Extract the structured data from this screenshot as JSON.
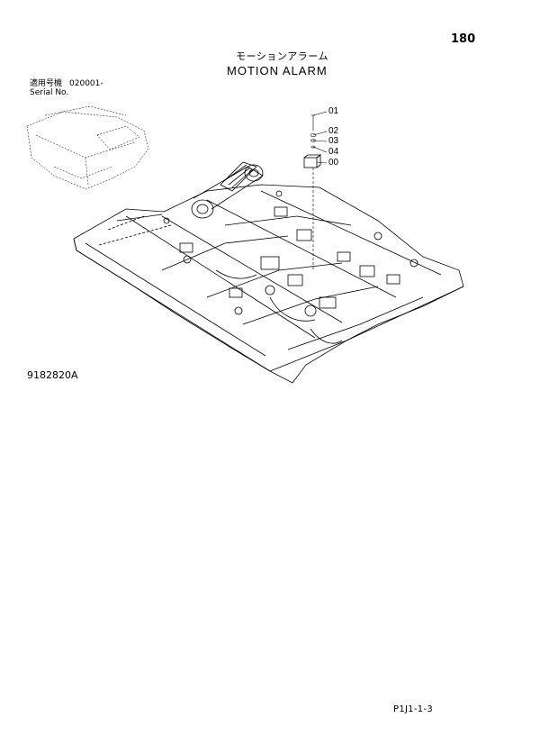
{
  "page": {
    "number": "180",
    "title_jp": "モーションアラーム",
    "title_en": "MOTION ALARM",
    "serial_label_jp": "適用号機",
    "serial_label_en": "Serial No.",
    "serial_number": "020001-",
    "figure_code": "9182820A",
    "page_code": "P1J1-1-3"
  },
  "parts": [
    {
      "label": "01"
    },
    {
      "label": "02"
    },
    {
      "label": "03"
    },
    {
      "label": "04"
    },
    {
      "label": "00"
    }
  ]
}
